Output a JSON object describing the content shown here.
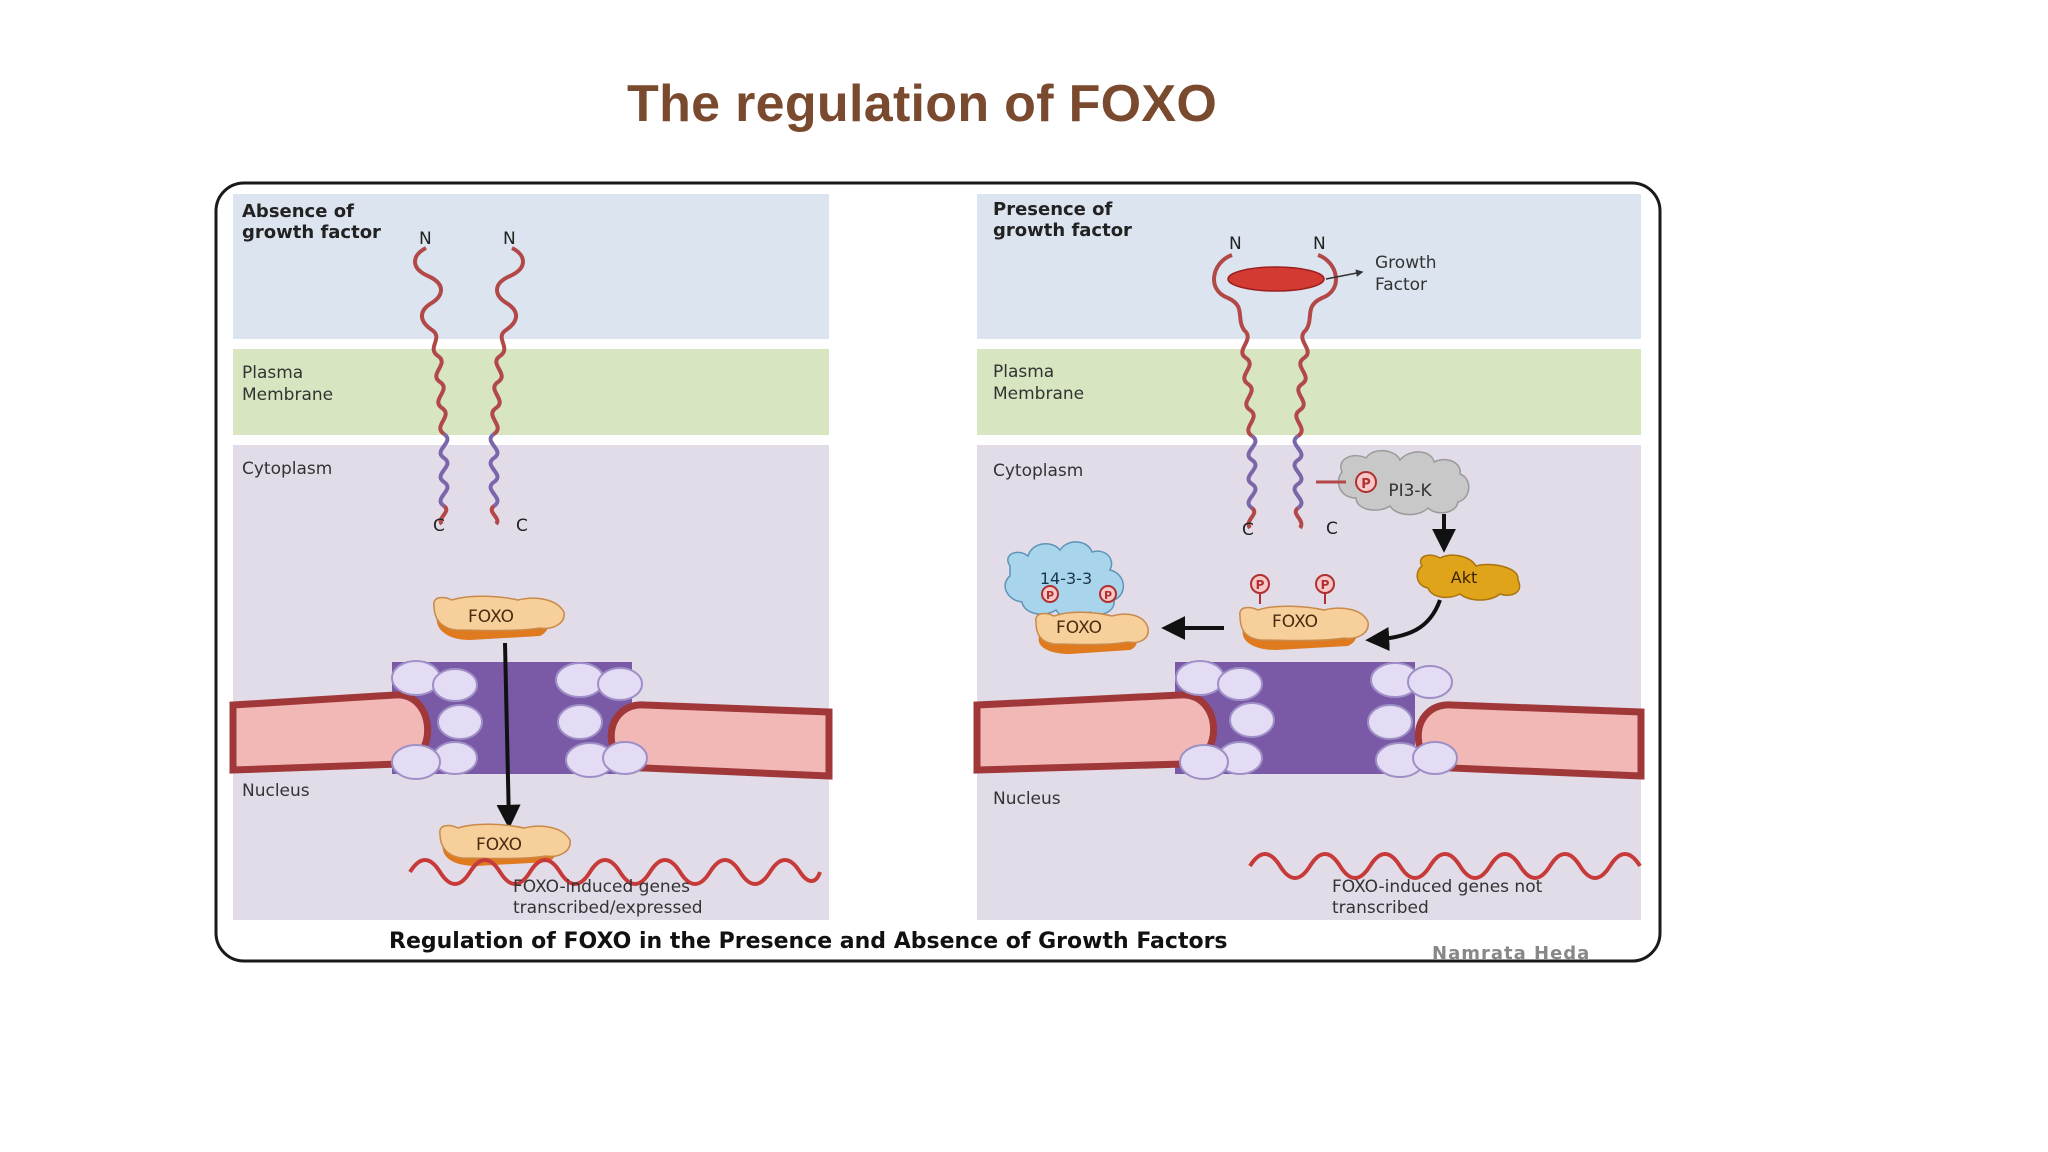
{
  "slide": {
    "title": "The regulation of FOXO"
  },
  "left_panel": {
    "heading": "Absence of\ngrowth factor",
    "membrane_label": "Plasma\nMembrane",
    "cytoplasm_label": "Cytoplasm",
    "nucleus_label": "Nucleus",
    "n_terminal": "N",
    "c_terminal": "C",
    "foxo_label": "FOXO",
    "genes_caption": "FOXO-induced genes\ntranscribed/expressed"
  },
  "right_panel": {
    "heading": "Presence of\ngrowth factor",
    "growth_factor_label": "Growth\nFactor",
    "membrane_label": "Plasma\nMembrane",
    "cytoplasm_label": "Cytoplasm",
    "nucleus_label": "Nucleus",
    "n_terminal": "N",
    "c_terminal": "C",
    "phospho_label": "P",
    "pi3k_label": "PI3-K",
    "akt_label": "Akt",
    "foxo_label": "FOXO",
    "protein_1433_label": "14-3-3",
    "genes_caption": "FOXO-induced genes not\ntranscribed"
  },
  "figure": {
    "caption": "Regulation of FOXO in the Presence and Absence of Growth Factors",
    "signature": "Namrata Heda"
  },
  "colors": {
    "title": "#7a4a2e",
    "extracellular": "#dce4ef",
    "membrane": "#d7e5c0",
    "cytoplasm": "#e1dce8",
    "receptor_outer": "#b24848",
    "receptor_inner": "#7b66aa",
    "pore": "#7a5aa6",
    "envelope_fill": "#f2b8b6",
    "foxo": "#f7cf9a",
    "akt": "#e0a41a",
    "pi3k": "#c8c8c8",
    "protein_1433": "#a8d4ec",
    "growth_factor": "#d23a32"
  }
}
